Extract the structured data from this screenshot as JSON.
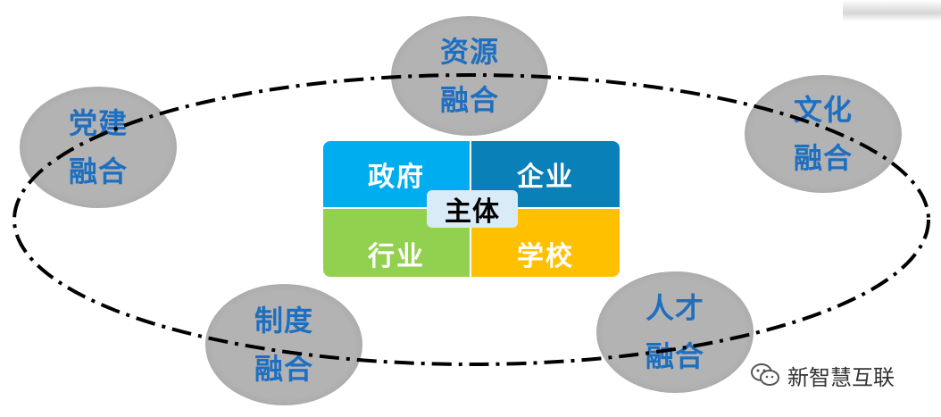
{
  "center": {
    "label": "主体",
    "quadrants": {
      "top_left": {
        "label": "政府",
        "color": "#00aeef"
      },
      "top_right": {
        "label": "企业",
        "color": "#0a80b8"
      },
      "bottom_left": {
        "label": "行业",
        "color": "#92d050"
      },
      "bottom_right": {
        "label": "学校",
        "color": "#ffc000"
      }
    }
  },
  "bubbles": {
    "resource": {
      "line1": "资源",
      "line2": "融合"
    },
    "culture": {
      "line1": "文化",
      "line2": "融合"
    },
    "party": {
      "line1": "党建",
      "line2": "融合"
    },
    "system": {
      "line1": "制度",
      "line2": "融合"
    },
    "talent": {
      "line1": "人才",
      "line2": "融合"
    }
  },
  "watermark": {
    "text": "新智慧互联",
    "icon": "wechat-icon"
  },
  "colors": {
    "bubble_fill": "#b3b3b3",
    "bubble_text": "#1f6fc0",
    "ring_stroke": "#000000"
  }
}
